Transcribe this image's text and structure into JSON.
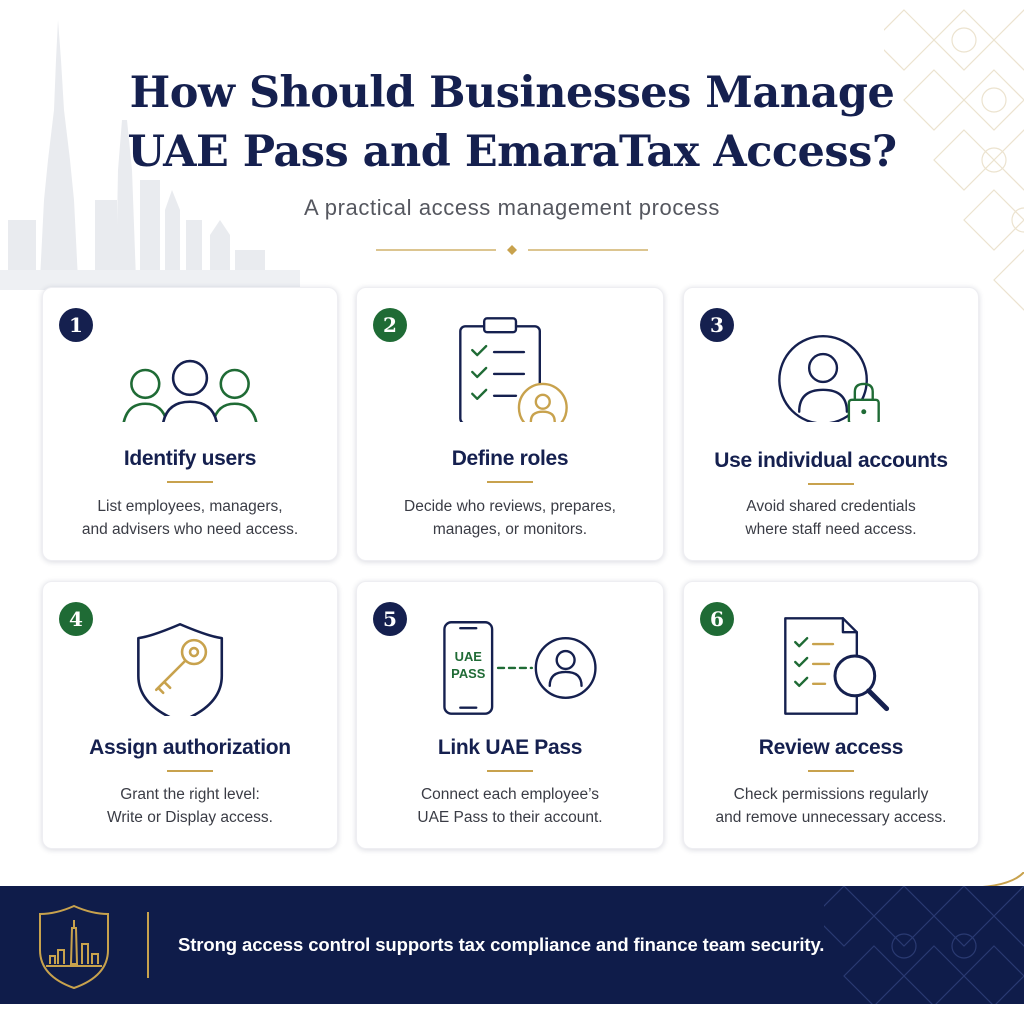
{
  "header": {
    "title_line1": "How Should Businesses Manage",
    "title_line2": "UAE Pass and EmaraTax Access?",
    "subtitle": "A practical access management process"
  },
  "steps": [
    {
      "number": "1",
      "title": "Identify users",
      "desc_line1": "List employees, managers,",
      "desc_line2": "and advisers who need access.",
      "icon": "users-group-icon"
    },
    {
      "number": "2",
      "title": "Define roles",
      "desc_line1": "Decide who reviews, prepares,",
      "desc_line2": "manages, or monitors.",
      "icon": "clipboard-checklist-icon"
    },
    {
      "number": "3",
      "title": "Use individual accounts",
      "desc_line1": "Avoid shared credentials",
      "desc_line2": "where staff need access.",
      "icon": "user-lock-icon"
    },
    {
      "number": "4",
      "title": "Assign authorization",
      "desc_line1": "Grant the right level:",
      "desc_line2": "Write or Display access.",
      "icon": "shield-key-icon"
    },
    {
      "number": "5",
      "title": "Link UAE Pass",
      "desc_line1": "Connect each employee’s",
      "desc_line2": "UAE Pass to their account.",
      "icon": "phone-link-user-icon",
      "phone_text_1": "UAE",
      "phone_text_2": "PASS"
    },
    {
      "number": "6",
      "title": "Review access",
      "desc_line1": "Check permissions regularly",
      "desc_line2": "and remove unnecessary access.",
      "icon": "document-magnifier-icon"
    }
  ],
  "footer": {
    "text": "Strong access control supports tax compliance and finance team security."
  },
  "colors": {
    "navy": "#15204f",
    "green": "#1f6b35",
    "gold": "#c8a24d",
    "footer_bg": "#0f1c4a"
  }
}
